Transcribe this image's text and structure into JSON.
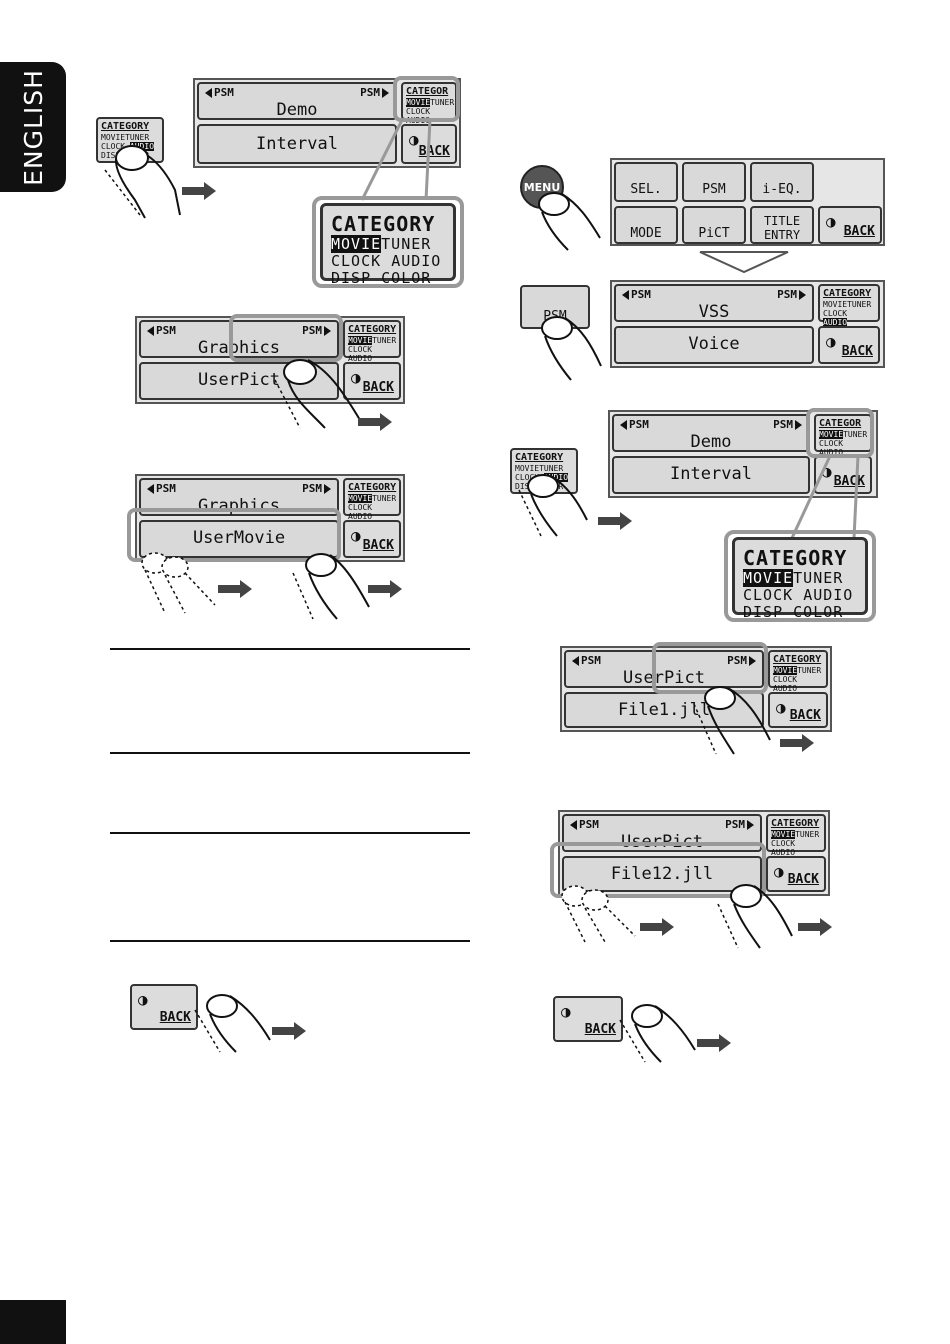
{
  "language_tab": "ENGLISH",
  "labels": {
    "psm": "PSM",
    "back": "BACK",
    "menu": "MENU",
    "category": "CATEGORY",
    "categor": "CATEGOR",
    "movie": "MOVIE",
    "tuner": "TUNER",
    "clock": "CLOCK",
    "audio": "AUDIO",
    "disp": "DISP",
    "color": "COLOR"
  },
  "left": {
    "fig1": {
      "top": "Demo",
      "bottom": "Interval"
    },
    "fig2": {
      "top": "Graphics",
      "bottom": "UserPict"
    },
    "fig3": {
      "top": "Graphics",
      "bottom": "UserMovie"
    }
  },
  "right": {
    "menu_buttons": [
      "SEL.",
      "PSM",
      "i-EQ.",
      "MODE",
      "PiCT",
      "TITLE",
      "ENTRY"
    ],
    "fig_psm": {
      "top": "VSS",
      "bottom": "Voice"
    },
    "fig_cat": {
      "top": "Demo",
      "bottom": "Interval"
    },
    "fig_pict": {
      "top": "UserPict",
      "bottom": "File1.jll"
    },
    "fig_file": {
      "top": "UserPict",
      "bottom": "File12.jll"
    }
  }
}
